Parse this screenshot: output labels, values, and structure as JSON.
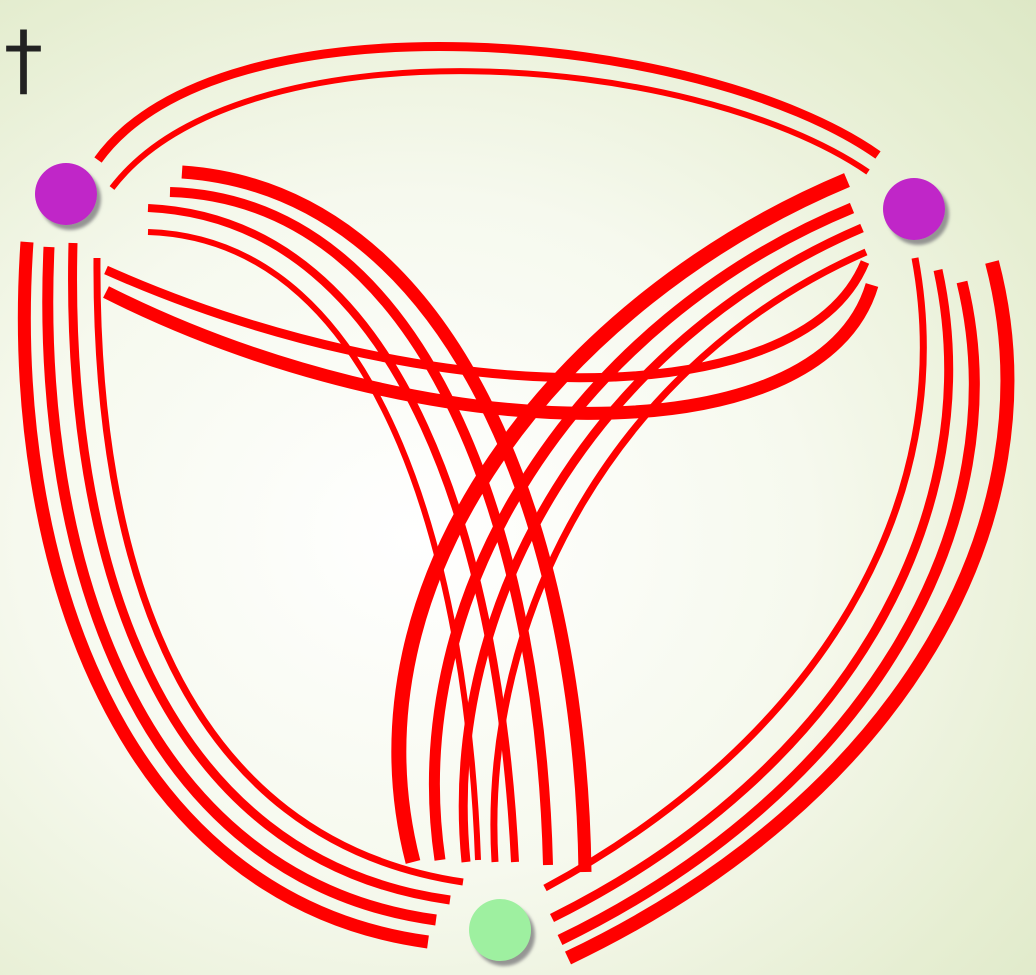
{
  "figure": {
    "corner_glyph": "†",
    "colors": {
      "strand": "#ff0000",
      "node_top_left": "#c026c8",
      "node_top_right": "#c026c8",
      "node_bottom": "#9ef0a0",
      "background": "#eef3df"
    },
    "nodes": [
      {
        "id": "node-top-left",
        "color": "#c026c8"
      },
      {
        "id": "node-top-right",
        "color": "#c026c8"
      },
      {
        "id": "node-bottom",
        "color": "#9ef0a0"
      }
    ],
    "bundles": [
      {
        "id": "outer-top",
        "between": [
          "node-top-left",
          "node-top-right"
        ],
        "strand_count": 2
      },
      {
        "id": "outer-left",
        "between": [
          "node-top-left",
          "node-bottom"
        ],
        "strand_count": 4
      },
      {
        "id": "outer-right",
        "between": [
          "node-top-right",
          "node-bottom"
        ],
        "strand_count": 4
      },
      {
        "id": "inner-left",
        "between": [
          "node-top-left",
          "node-bottom"
        ],
        "strand_count": 4
      },
      {
        "id": "inner-right",
        "between": [
          "node-top-right",
          "node-bottom"
        ],
        "strand_count": 4
      },
      {
        "id": "inner-top",
        "between": [
          "node-top-left",
          "node-top-right"
        ],
        "strand_count": 2
      }
    ]
  }
}
